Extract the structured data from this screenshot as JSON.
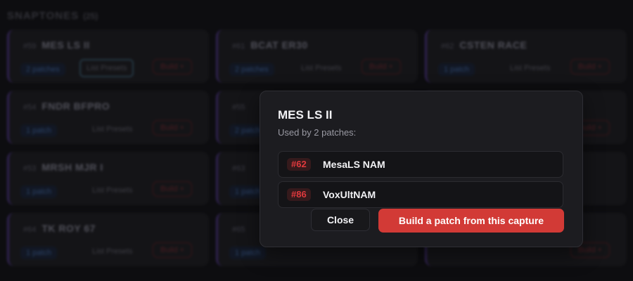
{
  "background": {
    "section_title": "SNAPTONES",
    "section_count": "(25)",
    "cards": [
      {
        "num": "#59",
        "name": "MES LS II",
        "badge": "2 patches",
        "list": "List Presets",
        "build": "Build +"
      },
      {
        "num": "#61",
        "name": "BCAT ER30",
        "badge": "2 patches",
        "list": "List Presets",
        "build": "Build +"
      },
      {
        "num": "#62",
        "name": "CSTEN RACE",
        "badge": "1 patch",
        "list": "List Presets",
        "build": "Build +"
      },
      {
        "num": "#54",
        "name": "FNDR BFPRO",
        "badge": "1 patch",
        "list": "List Presets",
        "build": "Build +"
      },
      {
        "num": "#55",
        "name": "",
        "badge": "2 patches",
        "list": "",
        "build": ""
      },
      {
        "num": "",
        "name": "",
        "badge": "",
        "list": "",
        "build": "Build +"
      },
      {
        "num": "#53",
        "name": "MRSH MJR I",
        "badge": "1 patch",
        "list": "List Presets",
        "build": "Build +"
      },
      {
        "num": "#63",
        "name": "",
        "badge": "1 patch",
        "list": "",
        "build": ""
      },
      {
        "num": "",
        "name": "",
        "badge": "",
        "list": "",
        "build": ""
      },
      {
        "num": "#64",
        "name": "TK ROY 67",
        "badge": "1 patch",
        "list": "List Presets",
        "build": "Build +"
      },
      {
        "num": "#65",
        "name": "",
        "badge": "1 patch",
        "list": "",
        "build": ""
      },
      {
        "num": "",
        "name": "",
        "badge": "",
        "list": "",
        "build": "Build +"
      }
    ]
  },
  "modal": {
    "title": "MES LS II",
    "subtitle": "Used by 2 patches:",
    "patches": [
      {
        "num": "#62",
        "name": "MesaLS NAM"
      },
      {
        "num": "#86",
        "name": "VoxUltNAM"
      }
    ],
    "close_label": "Close",
    "build_label": "Build a patch from this capture"
  },
  "colors": {
    "accent_red": "#d23a36",
    "patch_number_red": "#e0393d",
    "modal_bg": "#1c1c20",
    "page_bg": "#111114"
  }
}
